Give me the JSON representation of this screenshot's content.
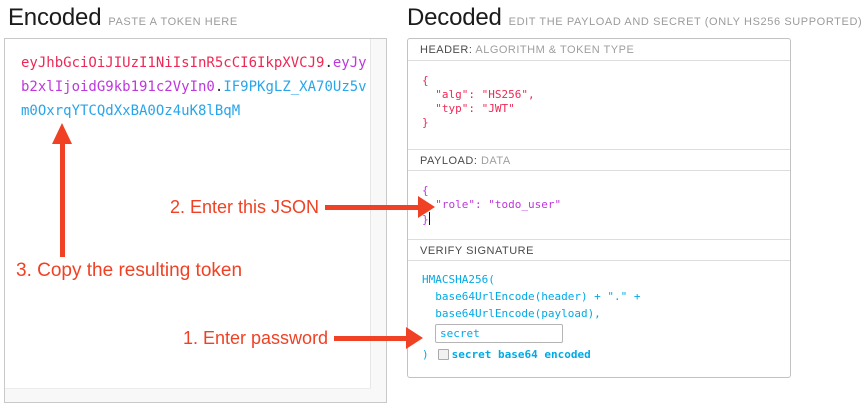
{
  "encoded": {
    "title": "Encoded",
    "subtitle": "PASTE A TOKEN HERE",
    "token": {
      "header_segment": "eyJhbGciOiJIUzI1NiIsInR5cCI6IkpXVCJ9",
      "dot1": ".",
      "payload_segment": "eyJyb2xlIjoidG9kb191c2VyIn0",
      "dot2": ".",
      "signature_segment": "IF9PKgLZ_XA70Uz5vm0OxrqYTCQdXxBA0Oz4uK8lBqM"
    }
  },
  "decoded": {
    "title": "Decoded",
    "subtitle": "EDIT THE PAYLOAD AND SECRET (ONLY HS256 SUPPORTED)",
    "header_section": {
      "label_strong": "HEADER:",
      "label_light": "ALGORITHM & TOKEN TYPE",
      "code": "{\n  \"alg\": \"HS256\",\n  \"typ\": \"JWT\"\n}"
    },
    "payload_section": {
      "label_strong": "PAYLOAD:",
      "label_light": "DATA",
      "code": "{\n  \"role\": \"todo_user\"\n}"
    },
    "verify_section": {
      "label_strong": "VERIFY SIGNATURE",
      "line1": "HMACSHA256(",
      "line2": "  base64UrlEncode(header) + \".\" +",
      "line3": "  base64UrlEncode(payload),",
      "secret_value": "secret",
      "close_paren": ")",
      "checkbox_label": "secret base64 encoded"
    }
  },
  "annotations": {
    "step1": "1. Enter password",
    "step2": "2. Enter this JSON",
    "step3": "3. Copy the resulting token"
  },
  "colors": {
    "token_header": "#ee2855",
    "token_payload": "#bd37dc",
    "token_signature": "#28a5eb",
    "verify_code": "#00aae6",
    "annotation": "#f04124"
  }
}
